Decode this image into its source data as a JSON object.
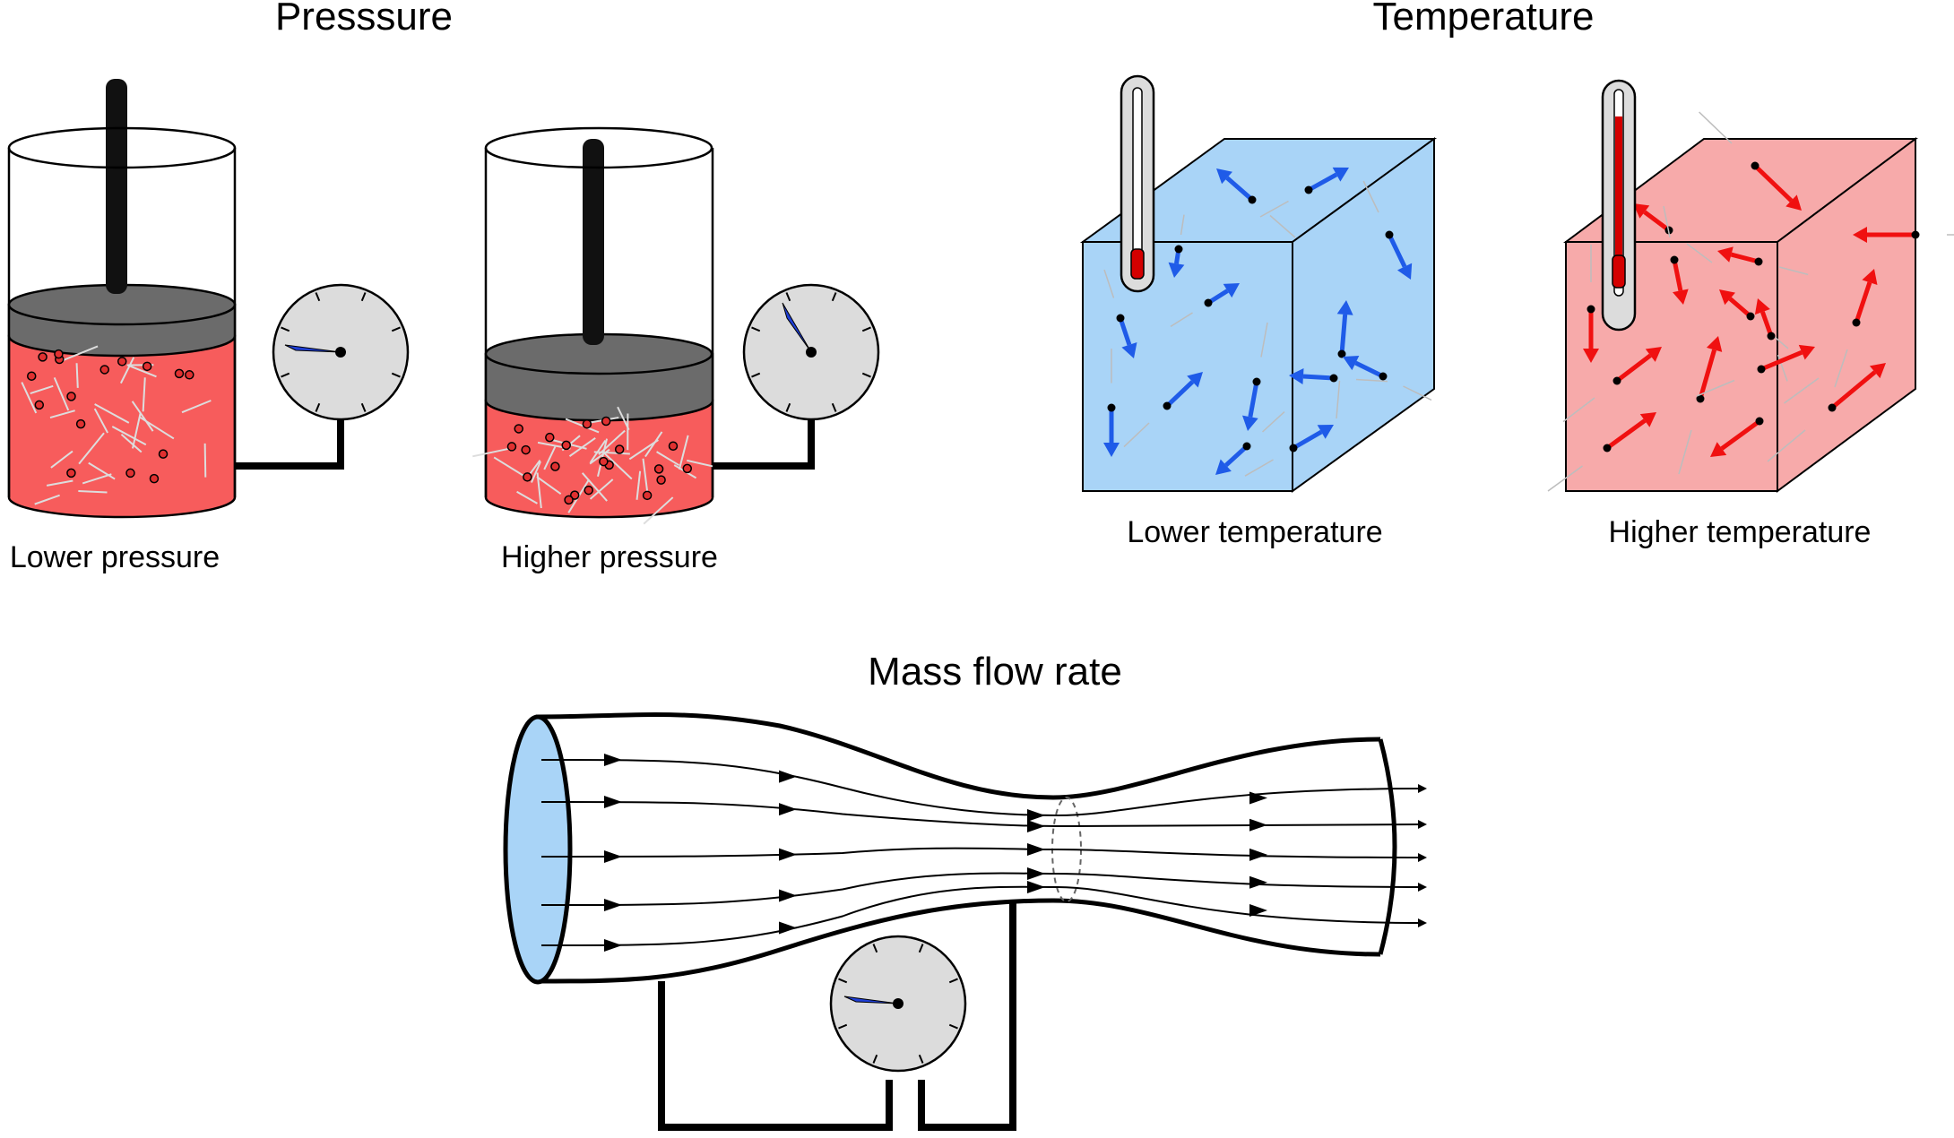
{
  "panels": {
    "pressure": {
      "title": "Presssure",
      "lower_label": "Lower pressure",
      "higher_label": "Higher pressure"
    },
    "temperature": {
      "title": "Temperature",
      "lower_label": "Lower temperature",
      "higher_label": "Higher temperature"
    },
    "mass_flow": {
      "title": "Mass flow rate"
    }
  },
  "colors": {
    "gas_fill": "#f75c5c",
    "piston": "#6b6b6b",
    "piston_rod": "#111111",
    "gauge_face": "#dcdcdc",
    "gauge_needle": "#1f3fd6",
    "cold_cube": "#a9d4f7",
    "cold_arrow": "#1f5be8",
    "hot_cube": "#f7aaaa",
    "hot_arrow": "#f01010",
    "thermometer_liquid": "#d40000",
    "pipe_inlet": "#a9d4f7"
  },
  "icons": [
    "pressure-gauge-icon",
    "thermometer-icon",
    "piston-cylinder-icon",
    "gas-cube-icon",
    "venturi-tube-icon"
  ]
}
